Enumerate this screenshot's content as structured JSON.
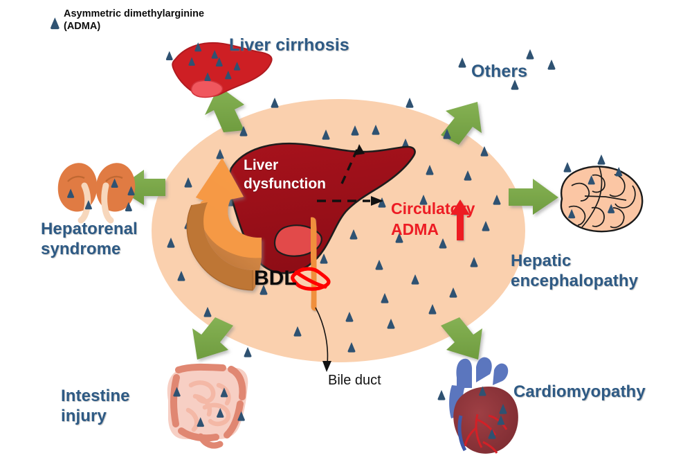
{
  "figure": {
    "title_absent": true,
    "background_color": "#ffffff",
    "center_ellipse_color": "#FAD0AE",
    "marker_color": "#2F5272",
    "green_arrow_color": "#7FA94B",
    "label_color": "#2E5A84",
    "red_text_color": "#ED1C24",
    "liver_color": "#A41019",
    "orange_arrow_color": "#F2913D"
  },
  "legend": {
    "marker_name": "adma-triangle-marker",
    "line1": "Asymmetric dimethylarginine",
    "line2": "(ADMA)"
  },
  "center": {
    "liver_label_line1": "Liver",
    "liver_label_line2": "dysfunction",
    "circulatory_line1": "Circulatory",
    "circulatory_line2": "ADMA",
    "circulatory_arrow": "↑",
    "bdl_label": "BDL",
    "bile_duct_label": "Bile duct"
  },
  "outcomes": [
    {
      "id": "liver-cirrhosis",
      "label": "Liver cirrhosis",
      "lines": [
        "Liver cirrhosis"
      ],
      "organ": "cirrhotic-liver-illustration"
    },
    {
      "id": "others",
      "label": "Others",
      "lines": [
        "Others"
      ],
      "organ": "none"
    },
    {
      "id": "hepatorenal-syndrome",
      "label": "Hepatorenal syndrome",
      "lines": [
        "Hepatorenal",
        "syndrome"
      ],
      "organ": "kidneys-illustration"
    },
    {
      "id": "hepatic-encephalopathy",
      "label": "Hepatic encephalopathy",
      "lines": [
        "Hepatic",
        "encephalopathy"
      ],
      "organ": "brain-illustration"
    },
    {
      "id": "intestine-injury",
      "label": "Intestine injury",
      "lines": [
        "Intestine",
        "injury"
      ],
      "organ": "intestine-illustration"
    },
    {
      "id": "cardiomyopathy",
      "label": "Cardiomyopathy",
      "lines": [
        "Cardiomyopathy"
      ],
      "organ": "heart-illustration"
    }
  ]
}
